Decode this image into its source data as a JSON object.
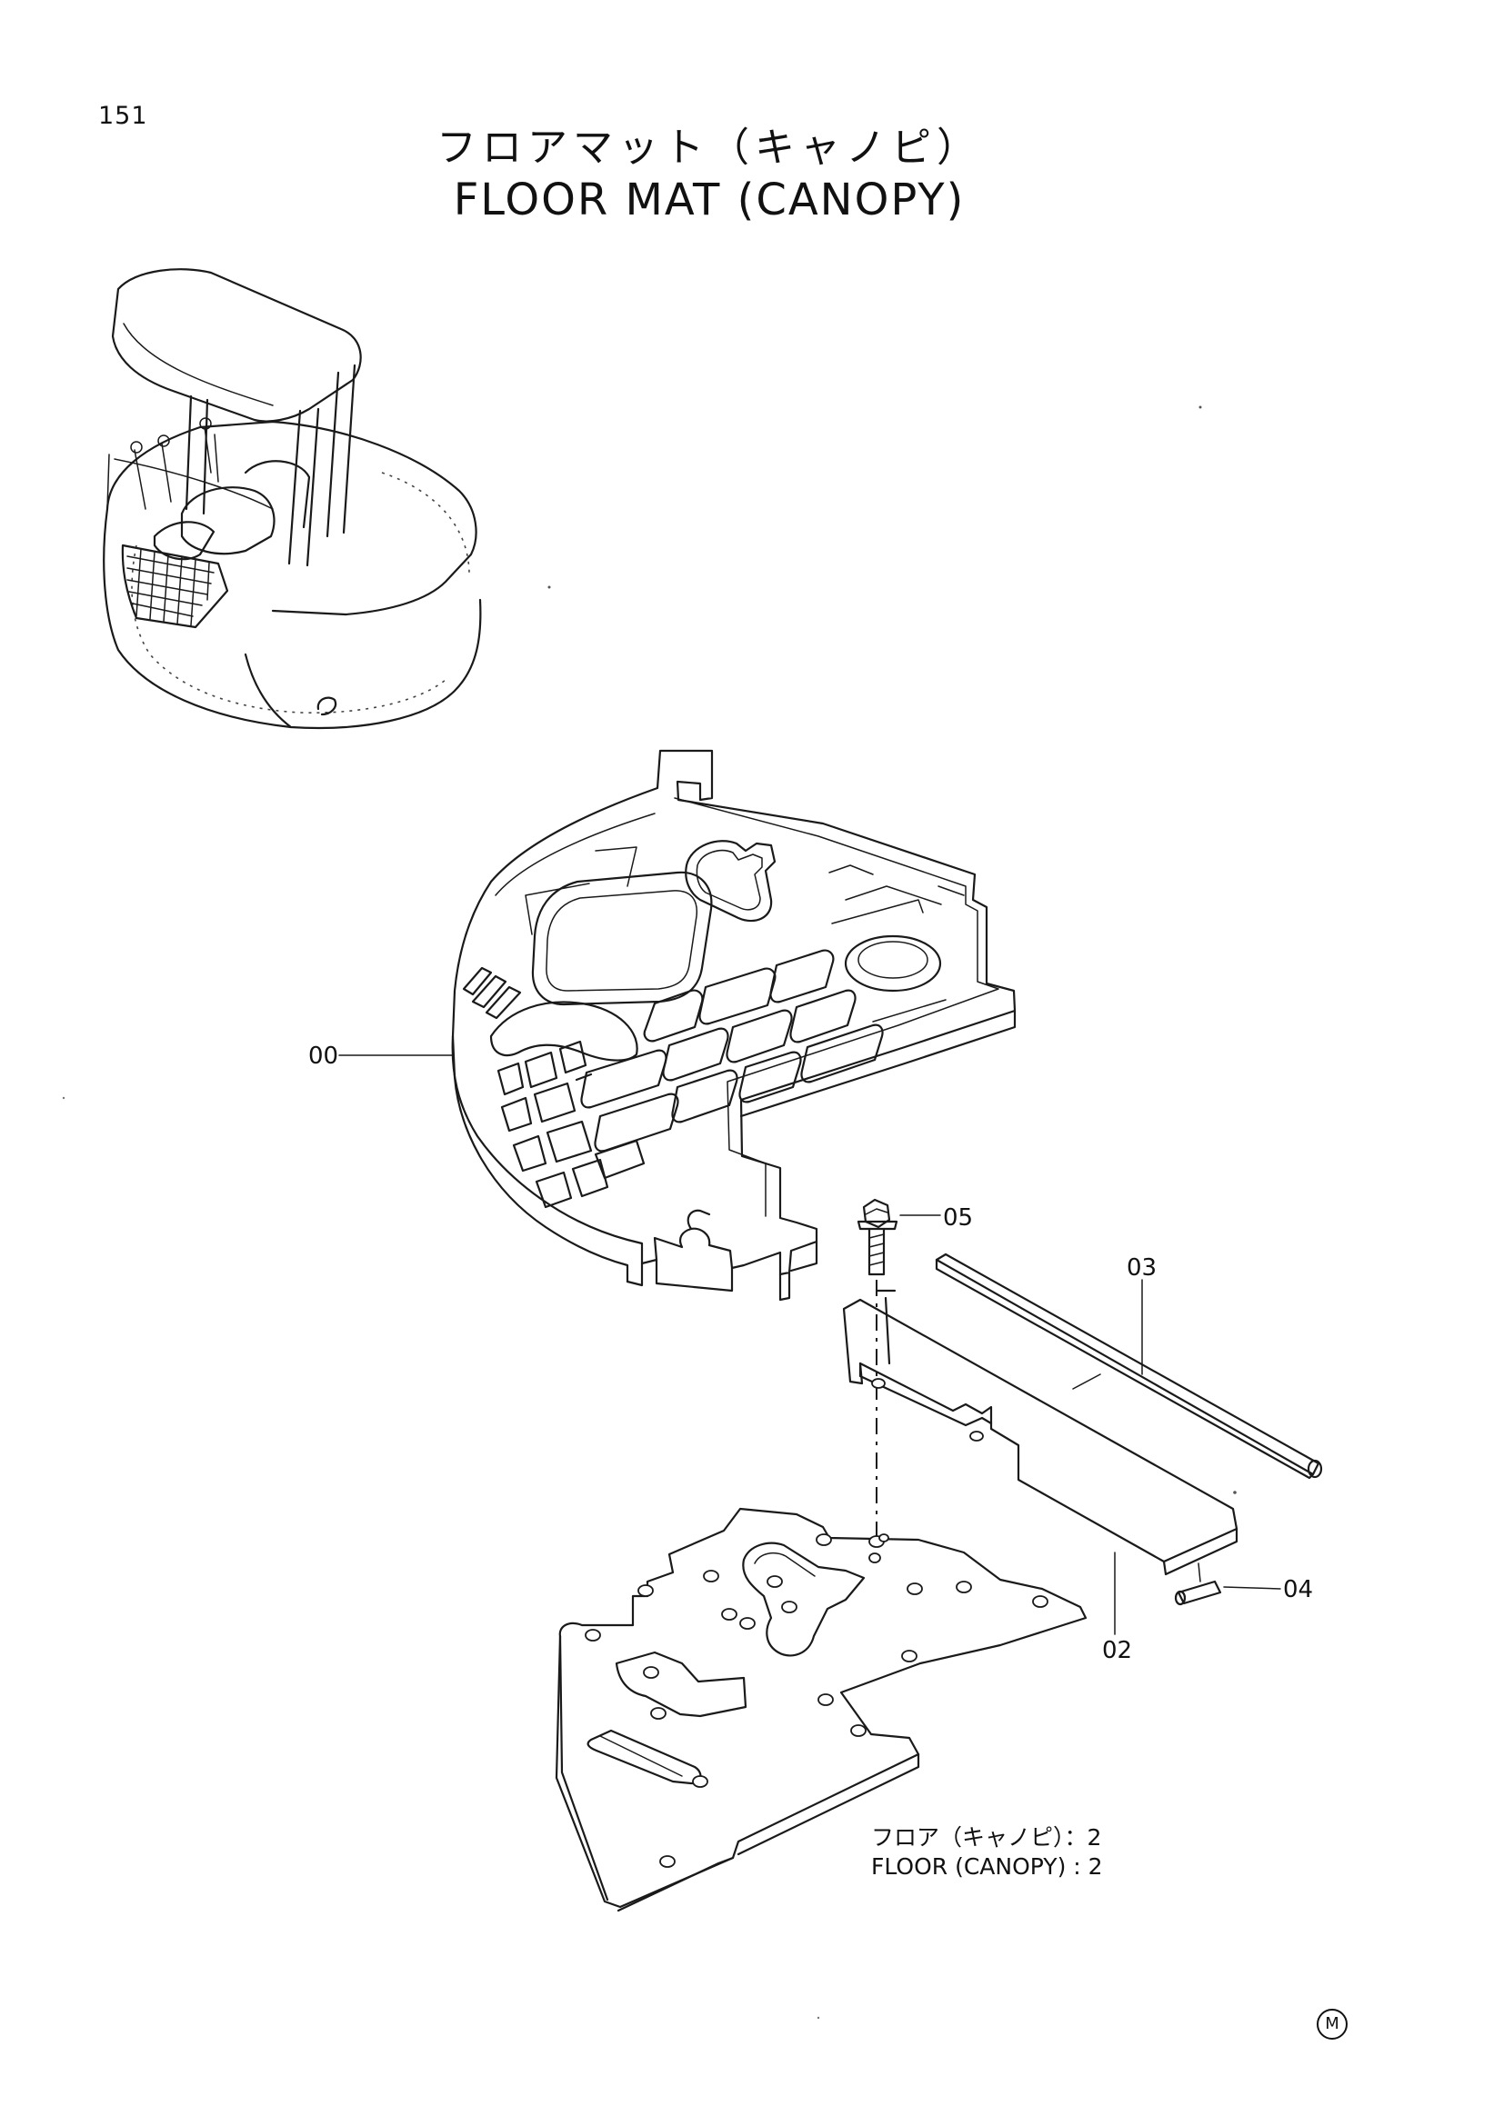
{
  "page": {
    "number": "151",
    "title_jp": "フロアマット（キャノピ）",
    "title_en": "FLOOR MAT (CANOPY)"
  },
  "callouts": {
    "mat": "00",
    "floor": "02",
    "seal": "03",
    "pin": "04",
    "bolt": "05"
  },
  "note": {
    "line_jp": "フロア（キャノピ）：2",
    "line_en": "FLOOR (CANOPY) : 2"
  },
  "mark": "M"
}
